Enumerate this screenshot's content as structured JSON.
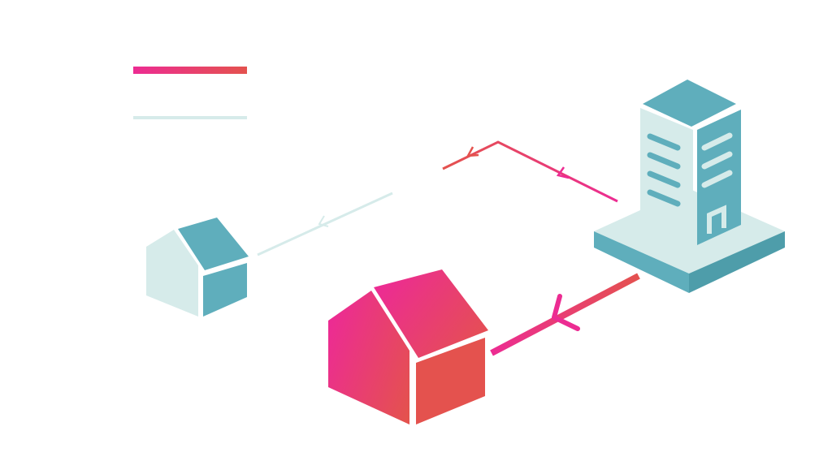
{
  "legend": {
    "items": [
      {
        "style": "gradient-line"
      },
      {
        "style": "light-line"
      }
    ]
  },
  "buildings": [
    {
      "id": "small-house",
      "kind": "house",
      "color": "teal"
    },
    {
      "id": "large-house",
      "kind": "house",
      "color": "pink-gradient"
    },
    {
      "id": "office-tower",
      "kind": "tower",
      "color": "teal"
    }
  ],
  "connections": [
    {
      "from": "office-tower",
      "to": "small-house",
      "style": "gradient-line",
      "segment": "upper-route"
    },
    {
      "from": "office-tower",
      "to": "small-house",
      "style": "light-line",
      "segment": "light-route"
    },
    {
      "from": "office-tower",
      "to": "large-house",
      "style": "gradient-line",
      "segment": "direct-route"
    }
  ],
  "colors": {
    "pink": "#EC2C92",
    "coral": "#E4524E",
    "teal": "#5FAEBC",
    "teal_dark": "#4E9DAA",
    "mint": "#D6EBEA",
    "white": "#FFFFFF"
  }
}
